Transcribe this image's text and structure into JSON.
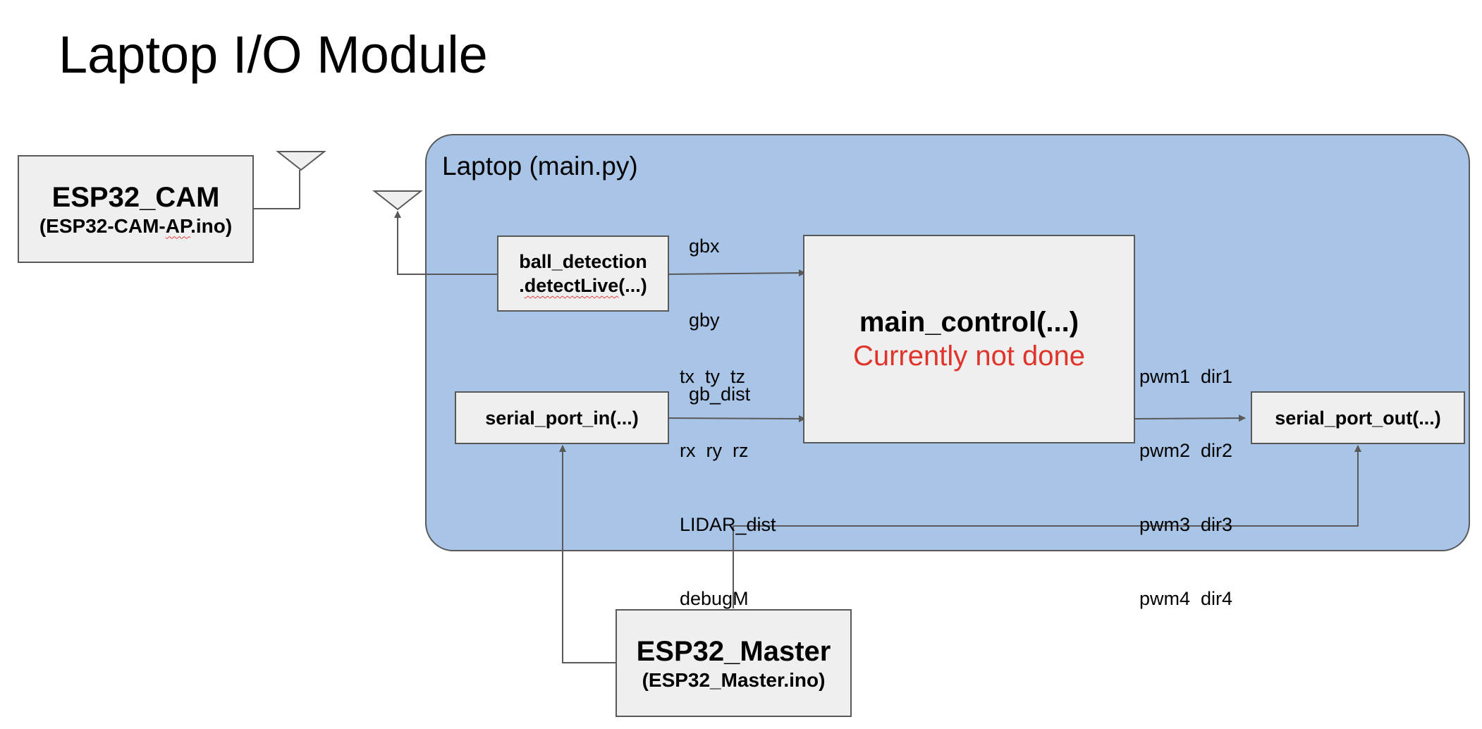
{
  "title": "Laptop I/O Module",
  "laptop": {
    "label": "Laptop (main.py)"
  },
  "esp32_cam": {
    "name": "ESP32_CAM",
    "file": "(ESP32-CAM-AP.ino)",
    "file_parts": [
      "(ESP32-CAM-",
      "AP",
      ".ino)"
    ]
  },
  "esp32_master": {
    "name": "ESP32_Master",
    "file": "(ESP32_Master.ino)"
  },
  "ball_detection": {
    "line1": "ball_detection",
    "line2": ".detectLive(...)",
    "line2_parts": [
      ".",
      "detectLive",
      "(...)"
    ]
  },
  "serial_in": {
    "label": "serial_port_in(...)"
  },
  "serial_out": {
    "label": "serial_port_out(...)"
  },
  "main_control": {
    "label": "main_control(...)",
    "status": "Currently not done",
    "status_color": "#e0342b"
  },
  "signals": {
    "ball": [
      "gbx",
      "gby",
      "gb_dist"
    ],
    "serial_in": [
      "tx  ty  tz",
      "rx  ry  rz",
      "LIDAR_dist",
      "debugM"
    ],
    "outputs": [
      "pwm1  dir1",
      "pwm2  dir2",
      "pwm3  dir3",
      "pwm4  dir4"
    ]
  },
  "colors": {
    "laptop_fill": "#a8c4e6",
    "box_fill": "#efefef",
    "line": "#595959"
  },
  "icons": [
    "antenna-icon",
    "arrow-icon"
  ]
}
